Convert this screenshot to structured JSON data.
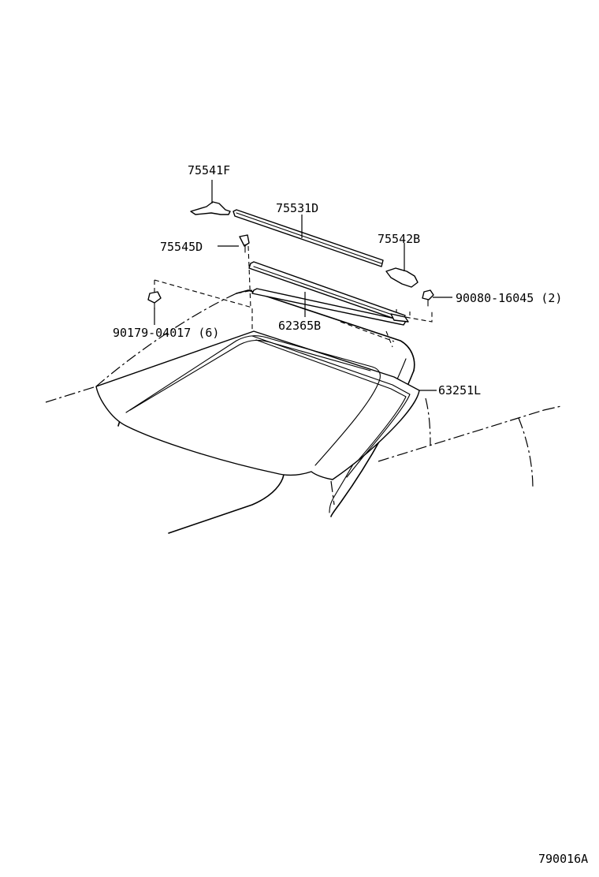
{
  "parts": [
    {
      "id": "p75541F",
      "label": "75541F"
    },
    {
      "id": "p75531D",
      "label": "75531D"
    },
    {
      "id": "p75545D",
      "label": "75545D"
    },
    {
      "id": "p75542B",
      "label": "75542B"
    },
    {
      "id": "p90080",
      "label": "90080-16045 (2)"
    },
    {
      "id": "p90179",
      "label": "90179-04017 (6)"
    },
    {
      "id": "p62365B",
      "label": "62365B"
    },
    {
      "id": "p63251L",
      "label": "63251L"
    }
  ],
  "reference_code": "790016A"
}
